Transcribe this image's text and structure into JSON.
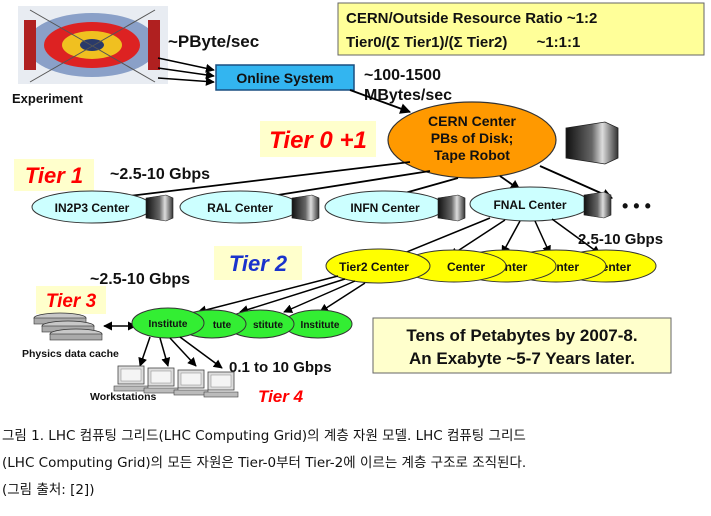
{
  "ratio_box": {
    "line1": "CERN/Outside Resource Ratio ~1:2",
    "line2": "Tier0/(Σ Tier1)/(Σ Tier2)       ~1:1:1"
  },
  "experiment": {
    "label": "Experiment",
    "rate": "~PByte/sec"
  },
  "online_system": {
    "label": "Online System",
    "rate_line1": "~100-1500",
    "rate_line2": "MBytes/sec"
  },
  "tier0": {
    "label": "Tier 0 +1",
    "center_line1": "CERN Center",
    "center_line2": "PBs of Disk;",
    "center_line3": "Tape Robot"
  },
  "tier1": {
    "label": "Tier 1",
    "link_rate": "~2.5-10 Gbps",
    "centers": [
      "IN2P3 Center",
      "RAL Center",
      "INFN Center",
      "FNAL Center"
    ],
    "more": "• • •"
  },
  "tier2": {
    "label": "Tier 2",
    "link_rate": "2.5-10 Gbps",
    "centers": [
      "Tier2 Center",
      "Center",
      "nter",
      "Center",
      "Center"
    ]
  },
  "tier3": {
    "label": "Tier 3",
    "link_rate": "~2.5-10 Gbps",
    "cache_label": "Physics data cache",
    "institutes": [
      "Institute",
      "tute",
      "stitute",
      "Institute"
    ]
  },
  "tier4": {
    "label": "Tier 4",
    "link_rate": "0.1 to 10 Gbps",
    "workstations_label": "Workstations"
  },
  "petabytes_box": {
    "line1": "Tens of Petabytes by 2007-8.",
    "line2": "An Exabyte ~5-7 Years later."
  },
  "caption": {
    "line1": "그림 1. LHC 컴퓨팅 그리드(LHC Computing Grid)의 계층 자원 모델. LHC 컴퓨팅 그리드",
    "line2": "(LHC Computing Grid)의 모든 자원은 Tier-0부터 Tier-2에 이르는 계층 구조로 조직된다.",
    "line3": "(그림 출처: [2])"
  },
  "colors": {
    "ratio_box_fill": "#ffff99",
    "online_fill": "#33b5f0",
    "cern_fill": "#ff9900",
    "tier1_fill": "#ccffff",
    "tier2_fill": "#ffff00",
    "tier3_fill": "#33ee33",
    "tier_label_bg": "#ffffcc",
    "tier_label_red": "#ff0000",
    "tier_label_blue": "#1a33cc"
  }
}
